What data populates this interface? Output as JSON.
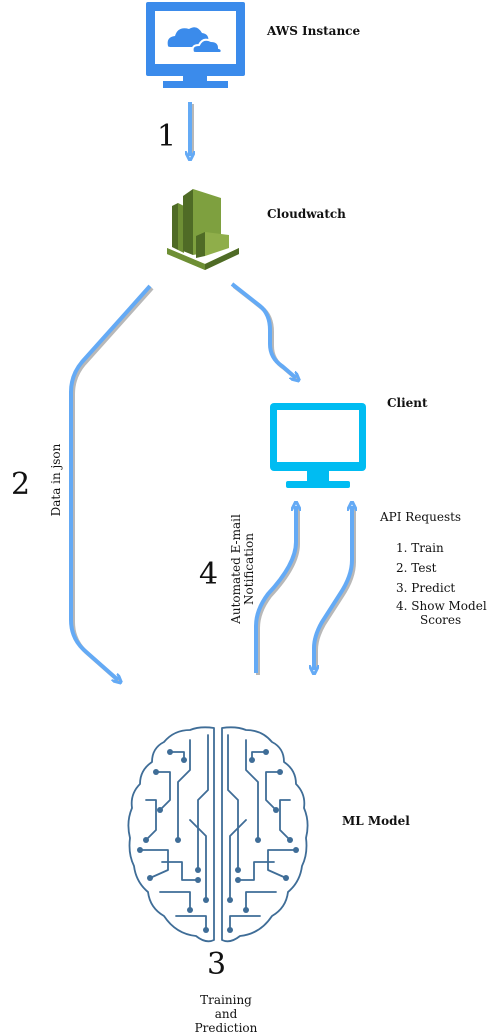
{
  "nodes": {
    "aws": {
      "label": "AWS Instance",
      "icon": "cloud-monitor-icon"
    },
    "cloudwatch": {
      "label": "Cloudwatch",
      "icon": "cloudwatch-icon"
    },
    "client": {
      "label": "Client",
      "icon": "monitor-icon"
    },
    "ml_model": {
      "label": "ML Model",
      "icon": "brain-circuit-icon"
    }
  },
  "steps": {
    "s1": "1",
    "s2": "2",
    "s3": "3",
    "s4": "4"
  },
  "edge_labels": {
    "data_json": "Data in json",
    "email_line1": "Automated E-mail",
    "email_line2": "Notification",
    "api_title": "API Requests",
    "training": [
      "Training",
      "and",
      "Prediction"
    ]
  },
  "api_requests": [
    {
      "text": "1. Train"
    },
    {
      "text": "2. Test"
    },
    {
      "text": "3. Predict"
    },
    {
      "text": "4. Show Model",
      "cont": "Scores"
    }
  ],
  "colors": {
    "aws_blue": "#3b8beb",
    "client_cyan": "#00bcf2",
    "arrow_blue": "#64aaf5",
    "arrow_shadow": "#b8b8b8",
    "cloudwatch_dark": "#4f6b26",
    "cloudwatch_mid": "#6e8f35",
    "cloudwatch_light": "#8fae4a",
    "brain_blue": "#3f6d97"
  }
}
